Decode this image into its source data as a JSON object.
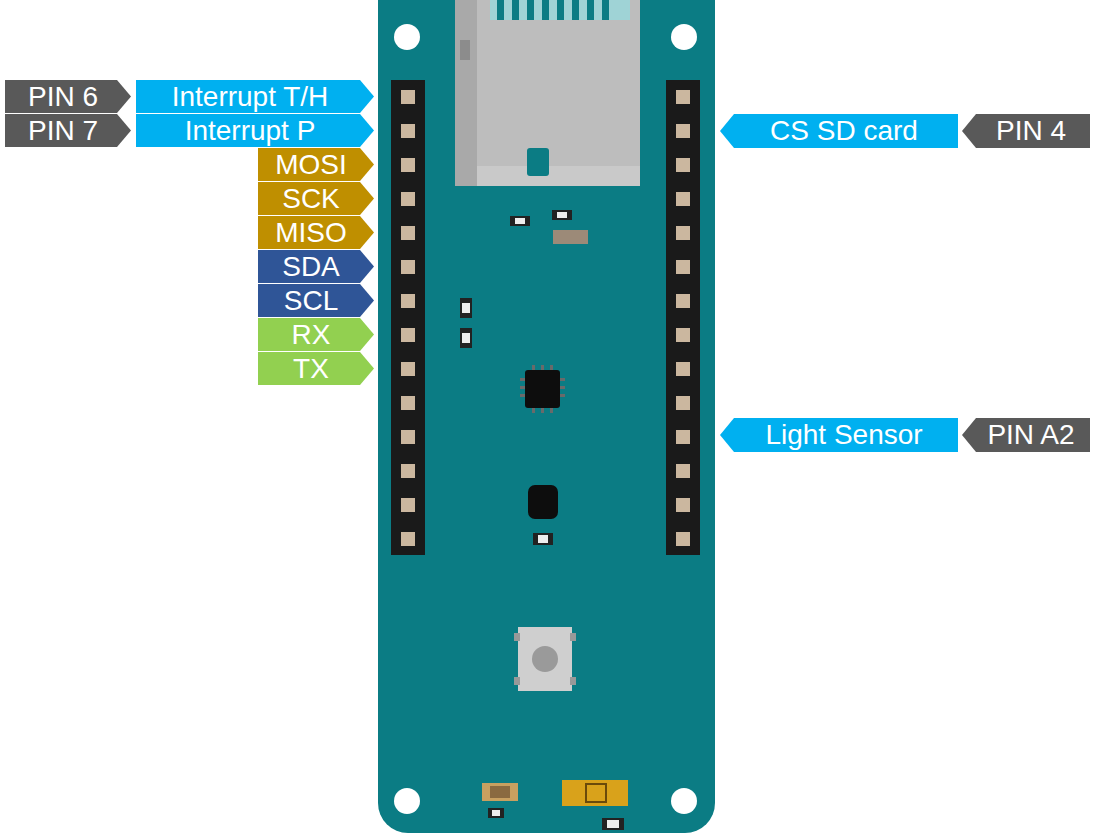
{
  "diagram": {
    "nodes": [
      {
        "text": [
          "PIN 6"
        ]
      },
      {
        "text": [
          "Interrupt T/H"
        ]
      },
      {
        "text": [
          "PIN 7"
        ]
      },
      {
        "text": [
          "Interrupt P"
        ]
      },
      {
        "text": [
          "MOSI"
        ]
      },
      {
        "text": [
          "SCK"
        ]
      },
      {
        "text": [
          "MISO"
        ]
      },
      {
        "text": [
          "SDA"
        ]
      },
      {
        "text": [
          "SCL"
        ]
      },
      {
        "text": [
          "RX"
        ]
      },
      {
        "text": [
          "TX"
        ]
      },
      {
        "text": [
          "CS SD card"
        ]
      },
      {
        "text": [
          "PIN 4"
        ]
      },
      {
        "text": [
          "Light Sensor"
        ]
      },
      {
        "text": [
          "PIN A2"
        ]
      }
    ]
  }
}
